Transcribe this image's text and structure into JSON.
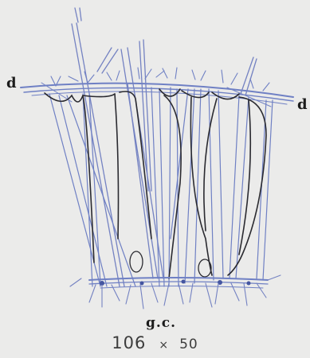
{
  "labels": {
    "d_left": "d",
    "d_right": "d",
    "gc": "g.c."
  },
  "caption": {
    "number": "106",
    "times": "×",
    "magnification": "50"
  },
  "colors": {
    "background": "#ebebea",
    "blue_fibers": "#6f80c4",
    "dark_fibers": "#2a2a30",
    "text": "#1c1c1c"
  }
}
